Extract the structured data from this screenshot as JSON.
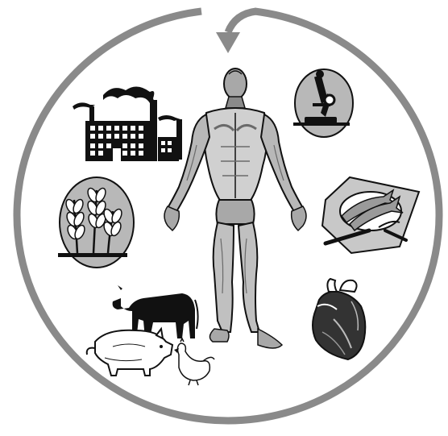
{
  "diagram": {
    "cycle_direction": "counter-clockwise",
    "colors": {
      "ring": "#8a8a8a",
      "ink": "#111111",
      "muscle_light": "#d0d0d0",
      "muscle_mid": "#a8a8a8",
      "muscle_dark": "#6a6a6a",
      "badge_bg": "#b8b8b8",
      "fish_plate": "#c8c8c8"
    },
    "items": [
      {
        "name": "human-anatomy-figure",
        "icon": "human-anatomy-icon"
      },
      {
        "name": "factory",
        "icon": "factory-icon"
      },
      {
        "name": "microscope",
        "icon": "microscope-icon"
      },
      {
        "name": "wheat",
        "icon": "wheat-icon"
      },
      {
        "name": "fish-plate",
        "icon": "fish-icon"
      },
      {
        "name": "heart",
        "icon": "heart-icon"
      },
      {
        "name": "cow",
        "icon": "cow-icon"
      },
      {
        "name": "pig",
        "icon": "pig-icon"
      },
      {
        "name": "chicken",
        "icon": "chicken-icon"
      }
    ]
  }
}
